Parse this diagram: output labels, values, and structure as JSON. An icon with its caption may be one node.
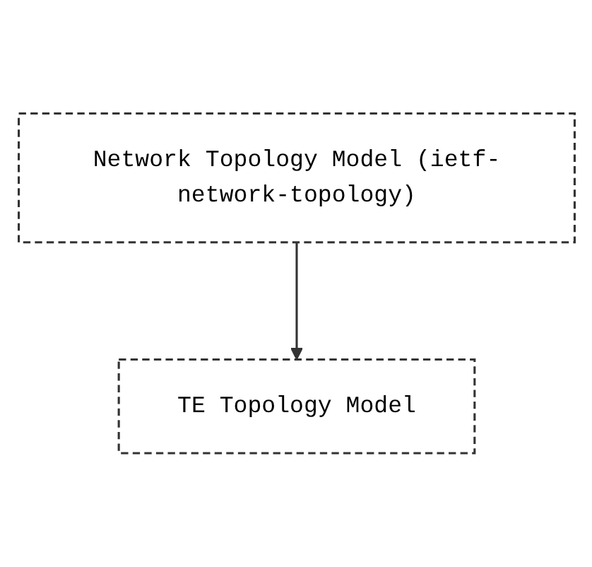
{
  "diagram": {
    "nodes": [
      {
        "text": [
          "Network Topology Model (ietf-network-topology)"
        ]
      },
      {
        "text": [
          "TE Topology Model"
        ]
      }
    ],
    "edges": [
      {
        "from": 0,
        "to": 1,
        "arrow": "to"
      }
    ]
  }
}
